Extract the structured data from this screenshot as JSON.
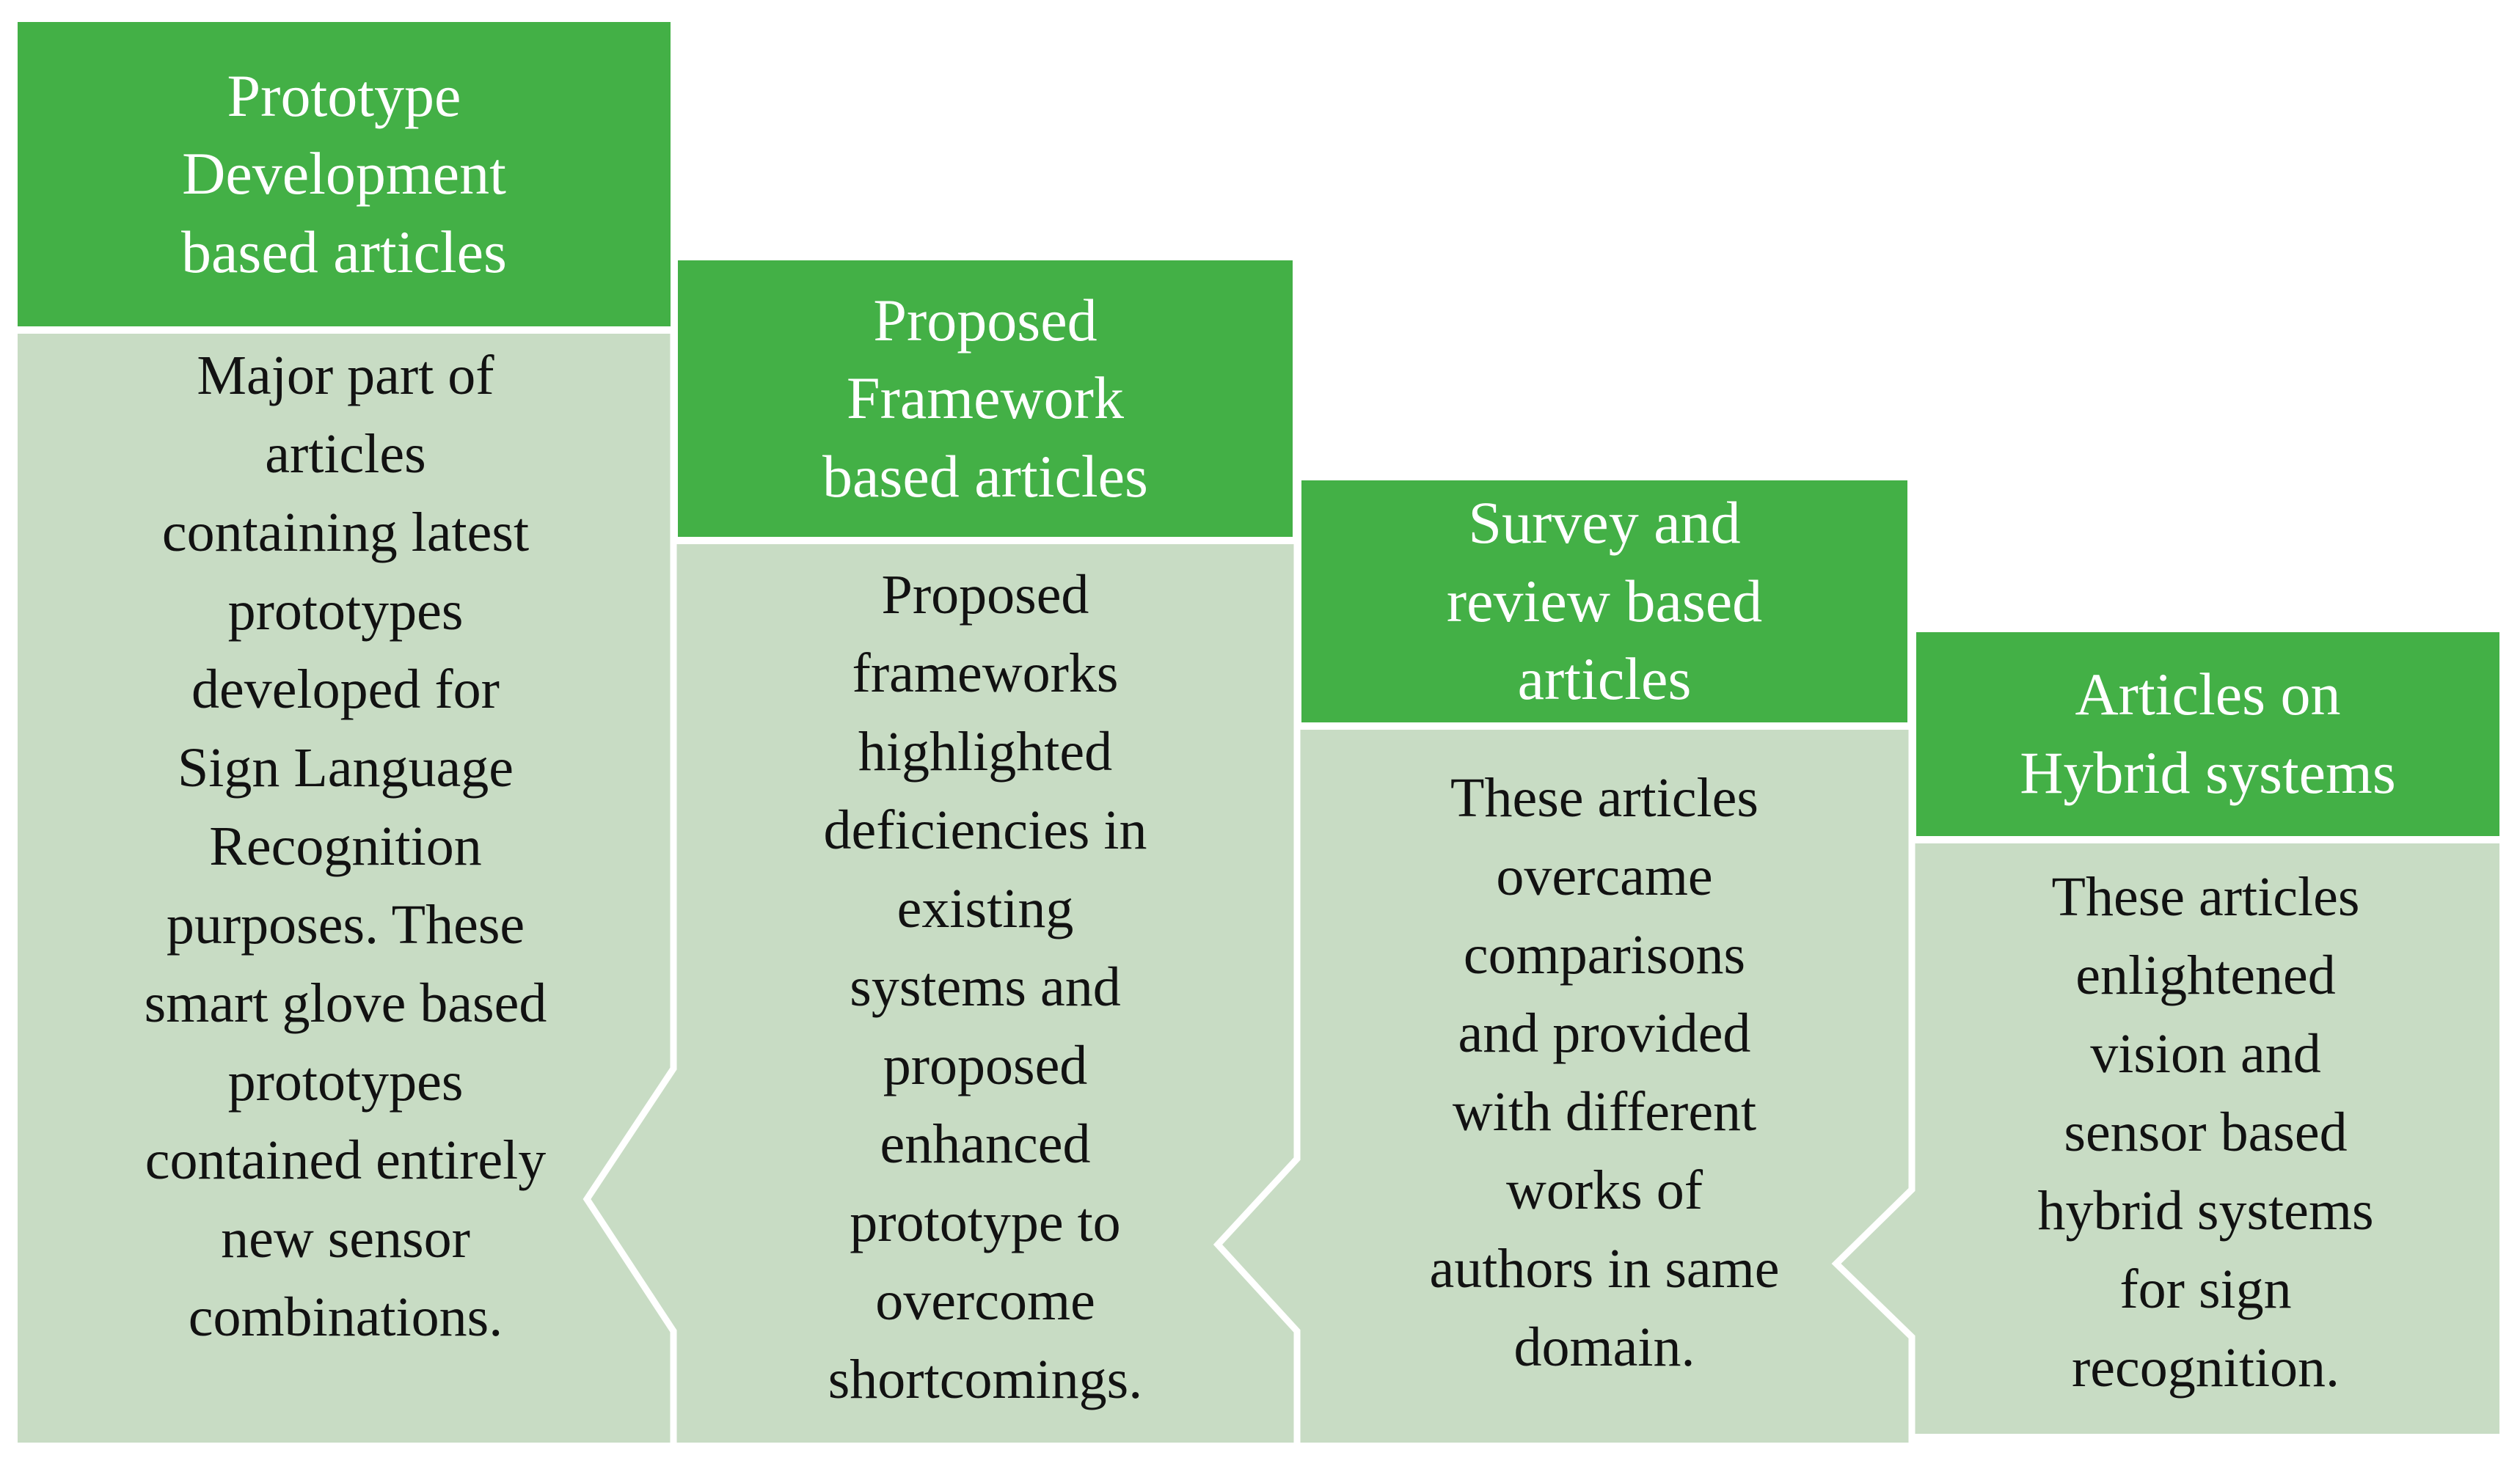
{
  "figure": {
    "description": "Staircase diagram categorizing sign language recognition literature into four article types",
    "columns": [
      {
        "id": "prototype",
        "header_lines": [
          "Prototype",
          "Development",
          "based articles"
        ],
        "body_lines": [
          "Major part of",
          "articles",
          "containing latest",
          "prototypes",
          "developed for",
          "Sign Language",
          "Recognition",
          "purposes. These",
          "smart glove based",
          "prototypes",
          "contained entirely",
          "new sensor",
          "combinations."
        ]
      },
      {
        "id": "framework",
        "header_lines": [
          "Proposed",
          "Framework",
          "based articles"
        ],
        "body_lines": [
          "Proposed",
          "frameworks",
          "highlighted",
          "deficiencies in",
          "existing",
          "systems and",
          "proposed",
          "enhanced",
          "prototype to",
          "overcome",
          "shortcomings."
        ]
      },
      {
        "id": "survey",
        "header_lines": [
          "Survey and",
          "review based",
          "articles"
        ],
        "body_lines": [
          "These articles",
          "overcame",
          "comparisons",
          "and provided",
          "with different",
          "works of",
          "authors in same",
          "domain."
        ]
      },
      {
        "id": "hybrid",
        "header_lines": [
          "Articles on",
          "Hybrid systems"
        ],
        "body_lines": [
          "These articles",
          "enlightened",
          "vision and",
          "sensor based",
          "hybrid systems",
          "for sign",
          "recognition."
        ]
      }
    ],
    "colors": {
      "header_green": "#43B046",
      "body_green": "#C8DCC4",
      "header_text": "#FFFFFF",
      "body_text": "#121212",
      "background": "#FFFFFF",
      "separator": "#FFFFFF"
    }
  }
}
